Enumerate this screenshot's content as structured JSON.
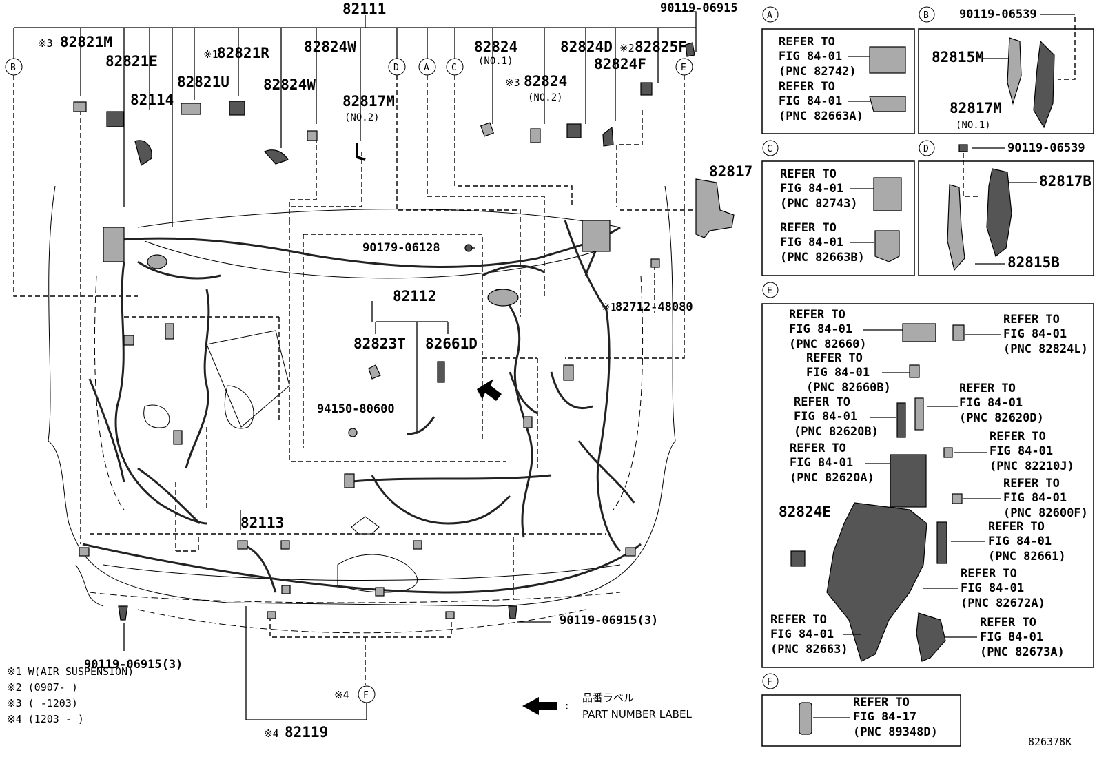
{
  "main": {
    "top_part": "82111",
    "labels": {
      "p82821M": "82821M",
      "p82821E": "82821E",
      "p82114": "82114",
      "p82821U": "82821U",
      "p82821R": "82821R",
      "p82824W_a": "82824W",
      "p82824W_b": "82824W",
      "p82817M": "82817M",
      "p82817M_sub": "(NO.2)",
      "p82824_1": "82824",
      "p82824_1_sub": "(NO.1)",
      "p82824_2": "82824",
      "p82824_2_sub": "(NO.2)",
      "p82824D": "82824D",
      "p82825F": "82825F",
      "p82824F": "82824F",
      "p82817": "82817",
      "p90119_top": "90119-06915",
      "p90179": "90179-06128",
      "p82712": "82712-48080",
      "p82112": "82112",
      "p82823T": "82823T",
      "p82661D": "82661D",
      "p94150": "94150-80600",
      "p82113": "82113",
      "p90119_bl": "90119-06915(3)",
      "p90119_bm": "90119-06915(3)",
      "p82119": "82119"
    },
    "marks": {
      "m3": "※3",
      "m1": "※1",
      "m3b": "※3",
      "m2": "※2",
      "m1b": "※1",
      "m4": "※4",
      "m4b": "※4"
    },
    "circles": {
      "B": "B",
      "D": "D",
      "A": "A",
      "C": "C",
      "E": "E",
      "F": "F"
    }
  },
  "notes": [
    "※1 W(AIR SUSPENSION)",
    "※2 (0907-      )",
    "※3 (      -1203)",
    "※4 (1203 -      )"
  ],
  "legend": {
    "jp": "品番ラベル",
    "colon": ":",
    "en": "PART NUMBER LABEL"
  },
  "figure_id": "826378K",
  "panels": {
    "A": {
      "label": "A",
      "refs": [
        {
          "l1": "REFER TO",
          "l2": "FIG 84-01",
          "l3": "(PNC 82742)"
        },
        {
          "l1": "REFER TO",
          "l2": "FIG 84-01",
          "l3": "(PNC 82663A)"
        }
      ]
    },
    "B": {
      "label": "B",
      "bolt": "90119-06539",
      "p1": "82815M",
      "p2": "82817M",
      "p2_sub": "(NO.1)"
    },
    "C": {
      "label": "C",
      "refs": [
        {
          "l1": "REFER TO",
          "l2": "FIG 84-01",
          "l3": "(PNC 82743)"
        },
        {
          "l1": "REFER TO",
          "l2": "FIG 84-01",
          "l3": "(PNC 82663B)"
        }
      ]
    },
    "D": {
      "label": "D",
      "bolt": "90119-06539",
      "p1": "82817B",
      "p2": "82815B"
    },
    "E": {
      "label": "E",
      "part": "82824E",
      "refs": [
        {
          "l1": "REFER TO",
          "l2": "FIG 84-01",
          "l3": "(PNC 82660)"
        },
        {
          "l1": "REFER TO",
          "l2": "FIG 84-01",
          "l3": "(PNC 82824L)"
        },
        {
          "l1": "REFER TO",
          "l2": "FIG 84-01",
          "l3": "(PNC 82660B)"
        },
        {
          "l1": "REFER TO",
          "l2": "FIG 84-01",
          "l3": "(PNC 82620B)"
        },
        {
          "l1": "REFER TO",
          "l2": "FIG 84-01",
          "l3": "(PNC 82620D)"
        },
        {
          "l1": "REFER TO",
          "l2": "FIG 84-01",
          "l3": "(PNC 82620A)"
        },
        {
          "l1": "REFER TO",
          "l2": "FIG 84-01",
          "l3": "(PNC 82210J)"
        },
        {
          "l1": "REFER TO",
          "l2": "FIG 84-01",
          "l3": "(PNC 82600F)"
        },
        {
          "l1": "REFER TO",
          "l2": "FIG 84-01",
          "l3": "(PNC 82661)"
        },
        {
          "l1": "REFER TO",
          "l2": "FIG 84-01",
          "l3": "(PNC 82672A)"
        },
        {
          "l1": "REFER TO",
          "l2": "FIG 84-01",
          "l3": "(PNC 82663)"
        },
        {
          "l1": "REFER TO",
          "l2": "FIG 84-01",
          "l3": "(PNC 82673A)"
        }
      ]
    },
    "F": {
      "label": "F",
      "refs": [
        {
          "l1": "REFER TO",
          "l2": "FIG 84-17",
          "l3": "(PNC 89348D)"
        }
      ]
    }
  }
}
